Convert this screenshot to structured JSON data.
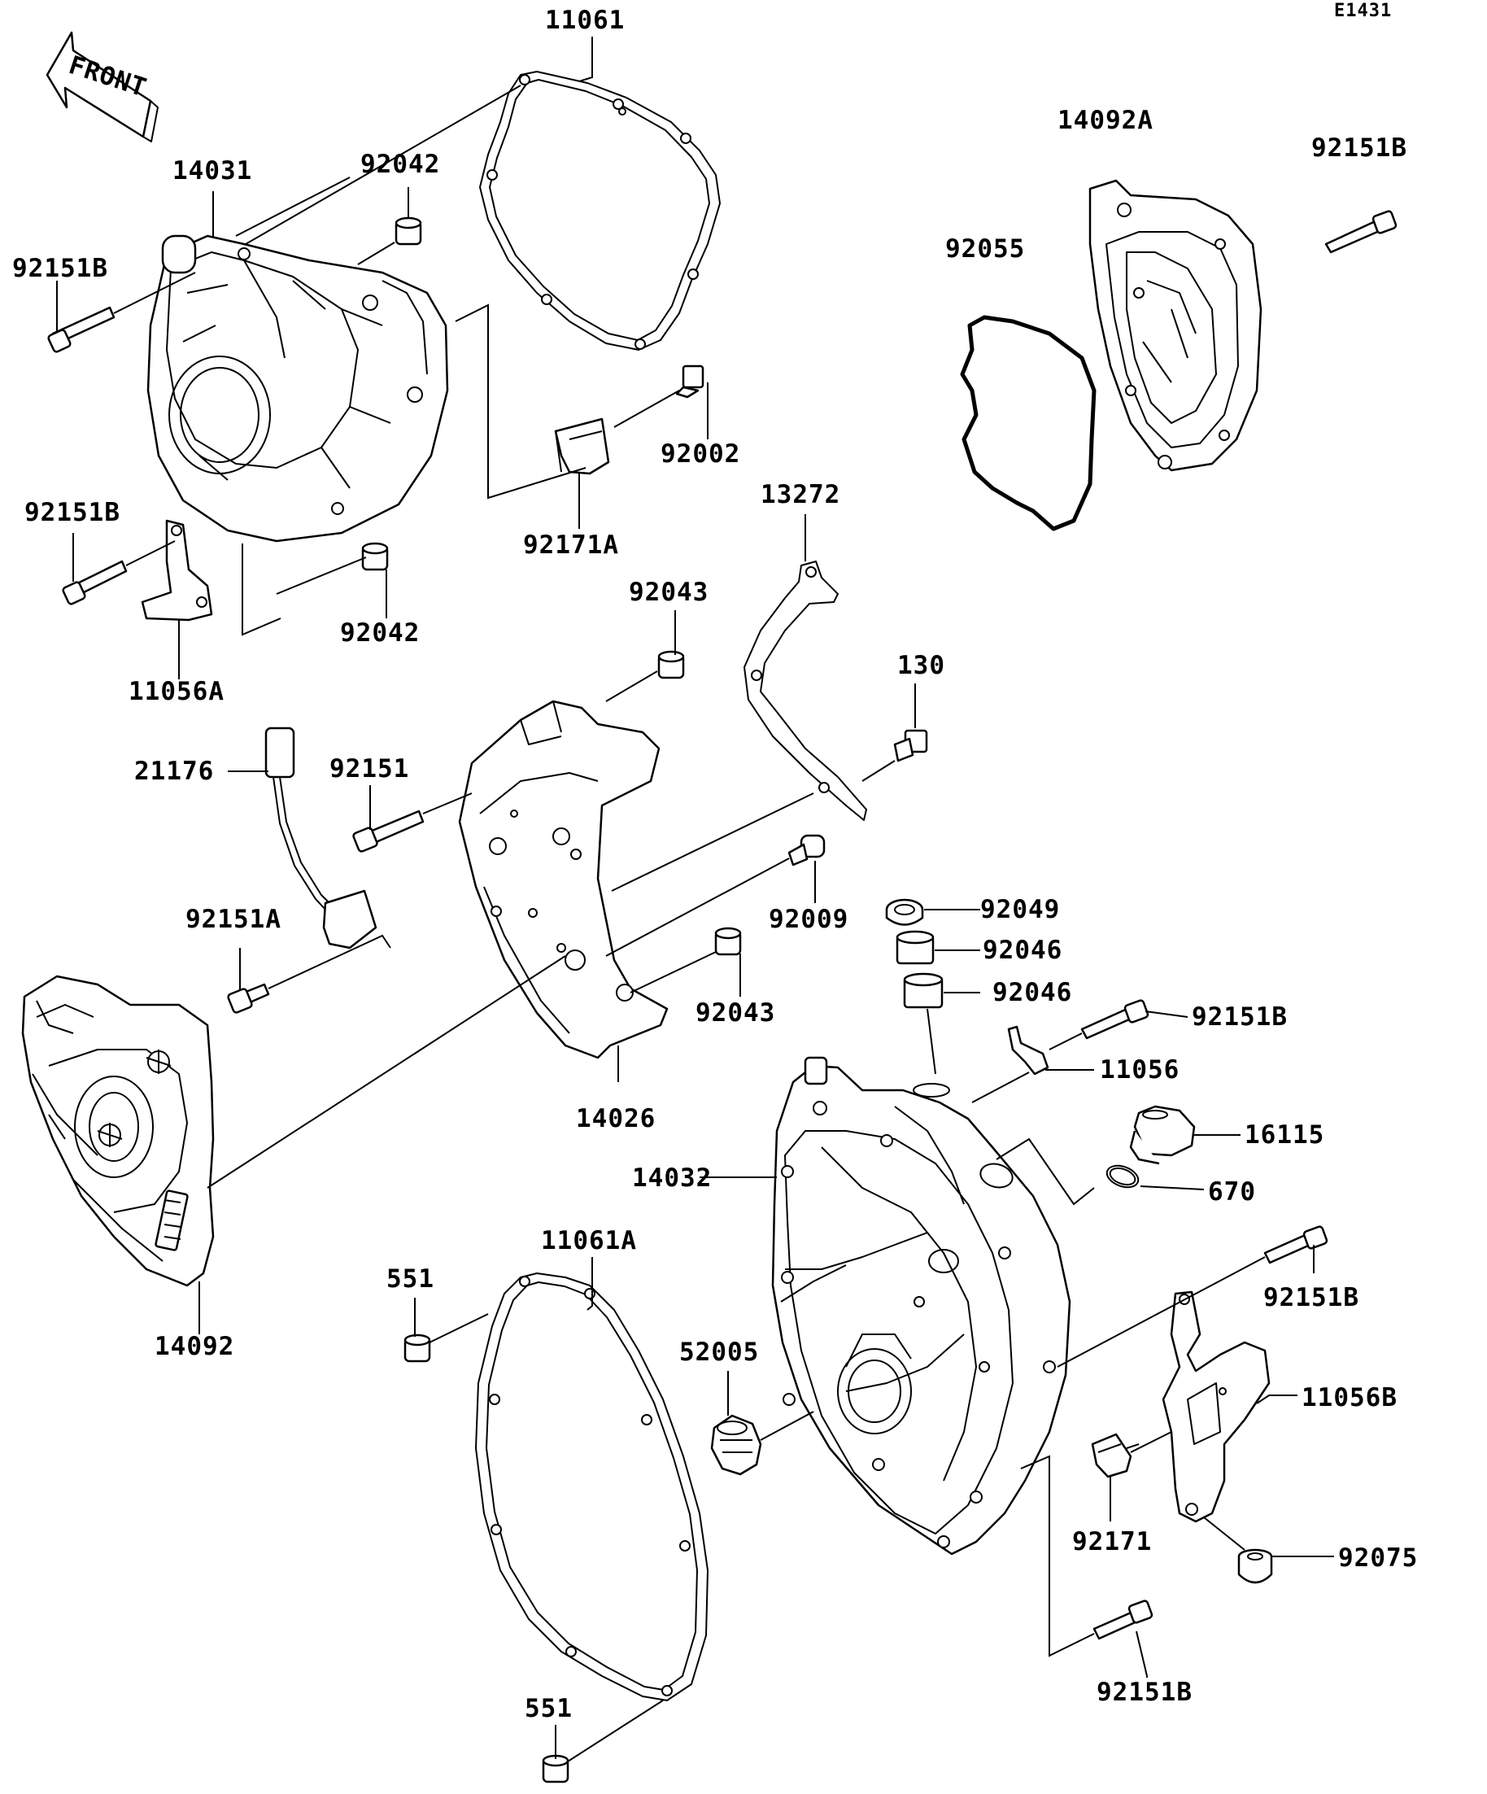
{
  "diagram_code": "E1431",
  "front_label": "FRONT",
  "labels": {
    "p11061": "11061",
    "p14092A": "14092A",
    "p92151B_tr": "92151B",
    "p14031": "14031",
    "p92042_t": "92042",
    "p92055": "92055",
    "p92151B_l1": "92151B",
    "p92002": "92002",
    "p92151B_l2": "92151B",
    "p92171A": "92171A",
    "p13272": "13272",
    "p92042_b": "92042",
    "p92043_t": "92043",
    "p11056A": "11056A",
    "p130": "130",
    "p21176": "21176",
    "p92151": "92151",
    "p92009": "92009",
    "p92049": "92049",
    "p92151A": "92151A",
    "p92046_a": "92046",
    "p92046_b": "92046",
    "p92043_b": "92043",
    "p92151B_r": "92151B",
    "p11056": "11056",
    "p14026": "14026",
    "p16115": "16115",
    "p14032": "14032",
    "p670": "670",
    "p11061A": "11061A",
    "p551_t": "551",
    "p92151B_r2": "92151B",
    "p14092": "14092",
    "p52005": "52005",
    "p11056B": "11056B",
    "p92171": "92171",
    "p92075": "92075",
    "p92151B_b": "92151B",
    "p551_b": "551"
  }
}
